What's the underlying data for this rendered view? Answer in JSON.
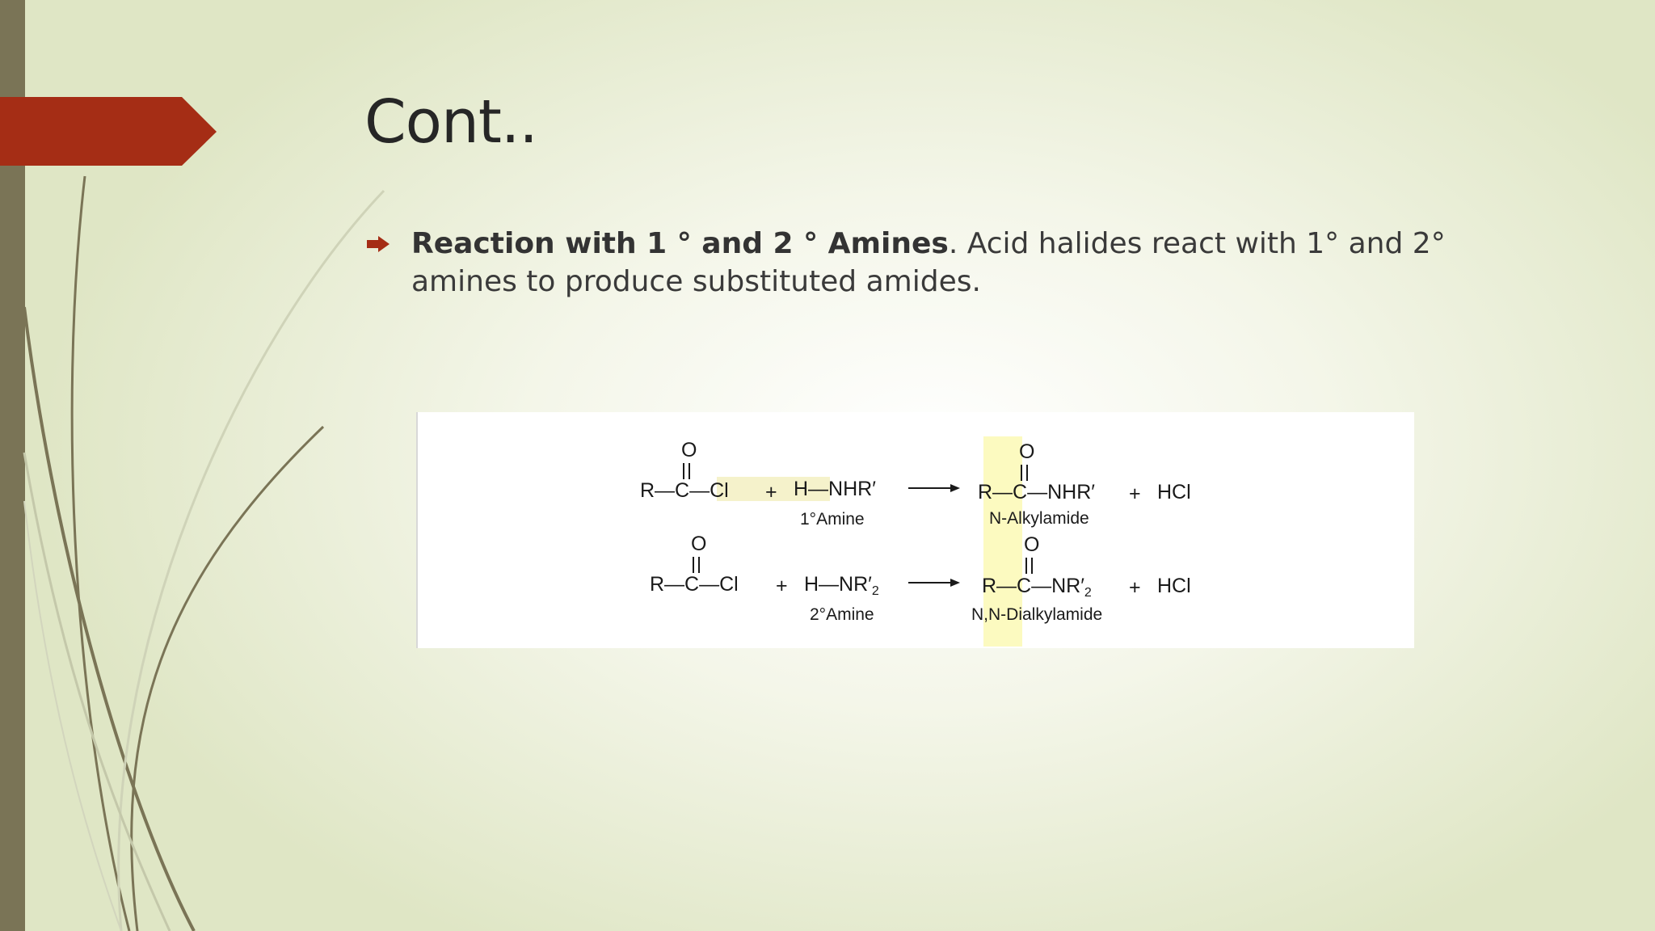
{
  "slide": {
    "title": "Cont..",
    "bullet": {
      "bold": "Reaction with 1 ° and 2 ° Amines",
      "text": ". Acid halides react with 1° and 2° amines to produce substituted amides."
    }
  },
  "colors": {
    "accent": "#a52d15",
    "left_bar": "#7a7456",
    "background": "#eef2dc"
  },
  "reactions": [
    {
      "reactant_carbonyl_o": "O",
      "reactant": "R—C—Cl",
      "plus1": "+",
      "amine": "H—NHR′",
      "amine_label": "1°Amine",
      "product_carbonyl_o": "O",
      "product": "R—C—NHR′",
      "plus2": "+",
      "byproduct": "HCl",
      "product_label": "N-Alkylamide"
    },
    {
      "reactant_carbonyl_o": "O",
      "reactant": "R—C—Cl",
      "plus1": "+",
      "amine": "H—NR′",
      "amine_sub": "2",
      "amine_label": "2°Amine",
      "product_carbonyl_o": "O",
      "product": "R—C—NR′",
      "product_sub": "2",
      "plus2": "+",
      "byproduct": "HCl",
      "product_label": "N,N-Dialkylamide"
    }
  ]
}
